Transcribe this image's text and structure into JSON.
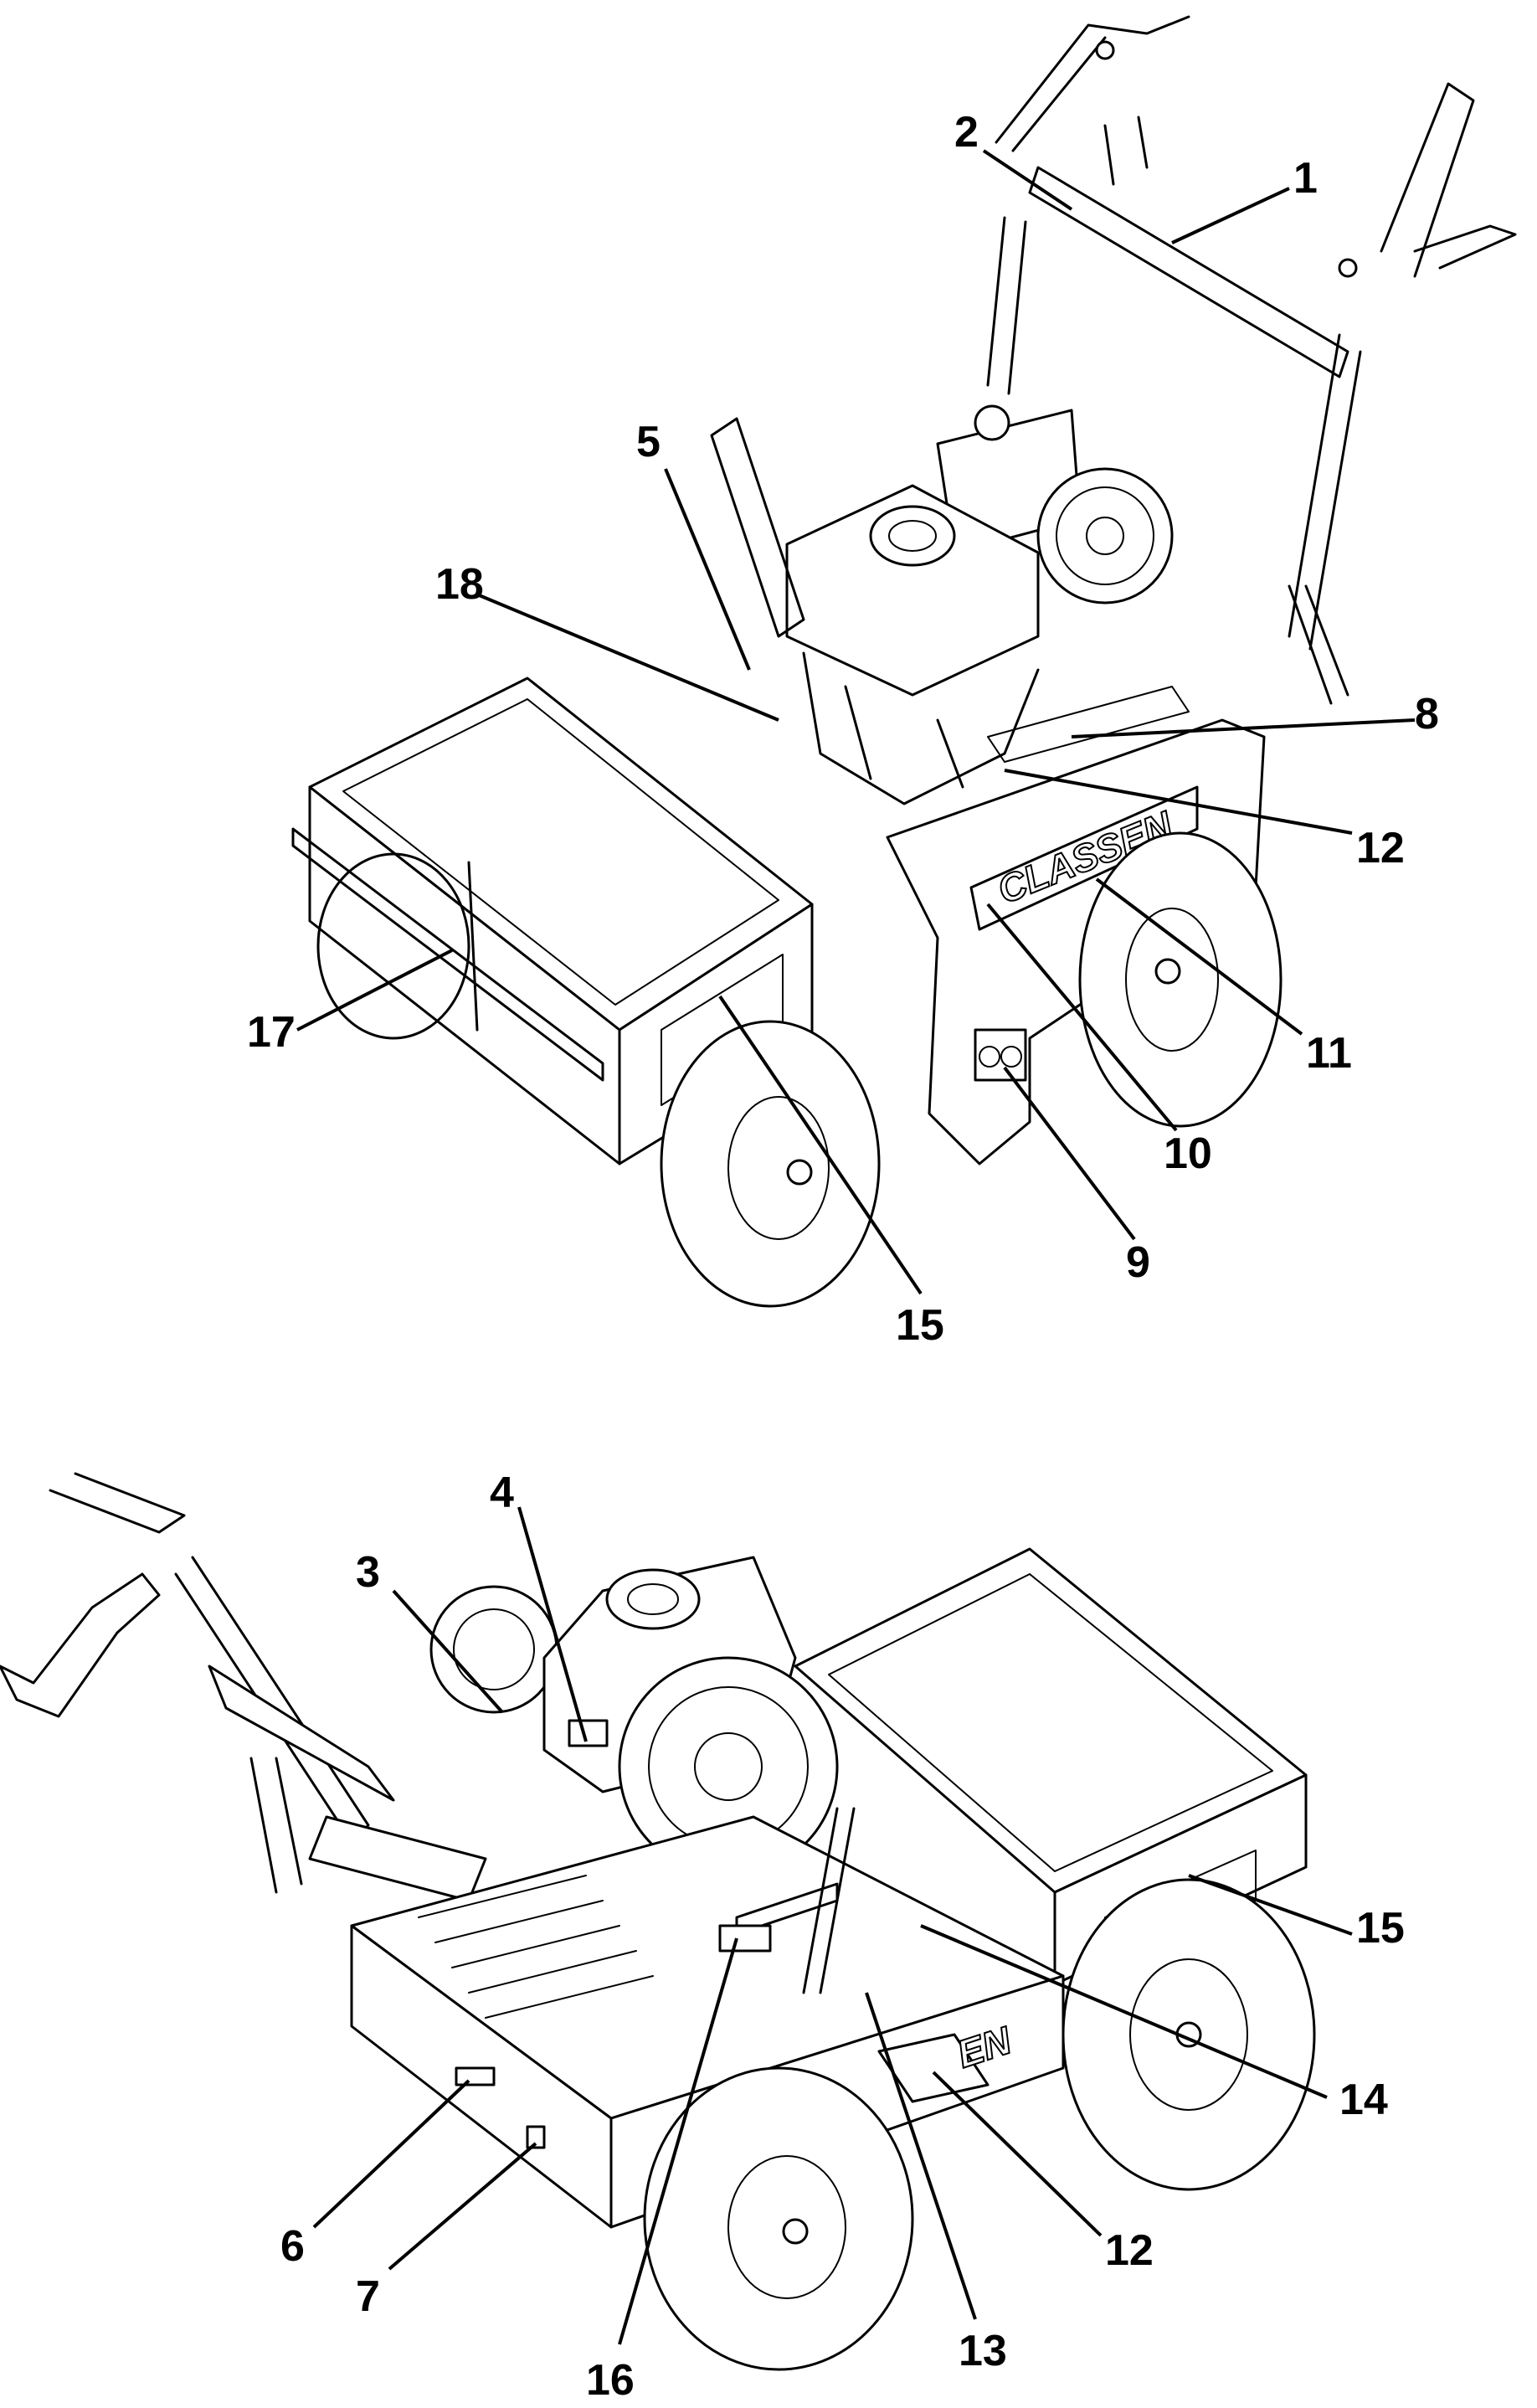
{
  "figure": {
    "brand_text": "CLASSEN",
    "brand_text_partial": "EN",
    "top_view_callouts": [
      "1",
      "2",
      "5",
      "18",
      "8",
      "12",
      "17",
      "11",
      "10",
      "9",
      "15"
    ],
    "bottom_view_callouts": [
      "4",
      "3",
      "15",
      "14",
      "6",
      "12",
      "7",
      "13",
      "16"
    ]
  }
}
